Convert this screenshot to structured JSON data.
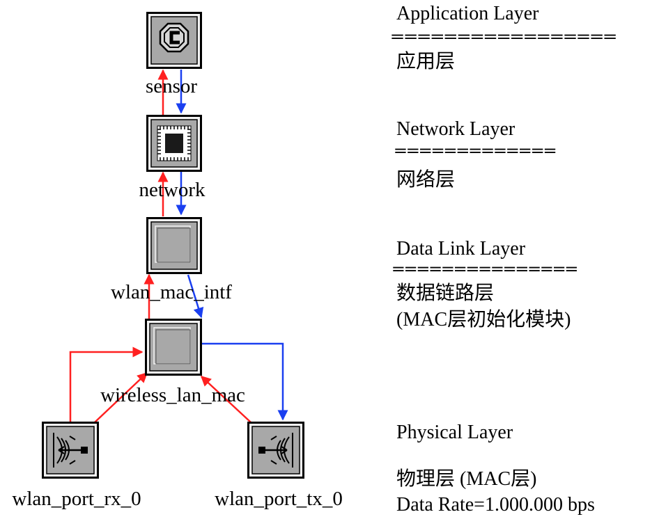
{
  "nodes": {
    "sensor": {
      "label": "sensor"
    },
    "network": {
      "label": "network"
    },
    "wlan_mac_intf": {
      "label": "wlan_mac_intf"
    },
    "wireless_lan_mac": {
      "label": "wireless_lan_mac"
    },
    "wlan_port_rx_0": {
      "label": "wlan_port_rx_0"
    },
    "wlan_port_tx_0": {
      "label": "wlan_port_tx_0"
    }
  },
  "colors": {
    "up_stream": "#ff2020",
    "down_stream": "#1a3ff0"
  },
  "layers": {
    "application": {
      "title": "Application Layer",
      "separator": "=================",
      "zh": "应用层"
    },
    "network": {
      "title": "Network Layer",
      "separator": "=============",
      "zh": "网络层"
    },
    "datalink": {
      "title": "Data Link Layer",
      "separator": "===============",
      "zh": "数据链路层",
      "zh2": "(MAC层初始化模块)"
    },
    "physical": {
      "title": "Physical Layer",
      "zh": "物理层 (MAC层)",
      "rate": "Data Rate=1.000.000 bps"
    }
  }
}
